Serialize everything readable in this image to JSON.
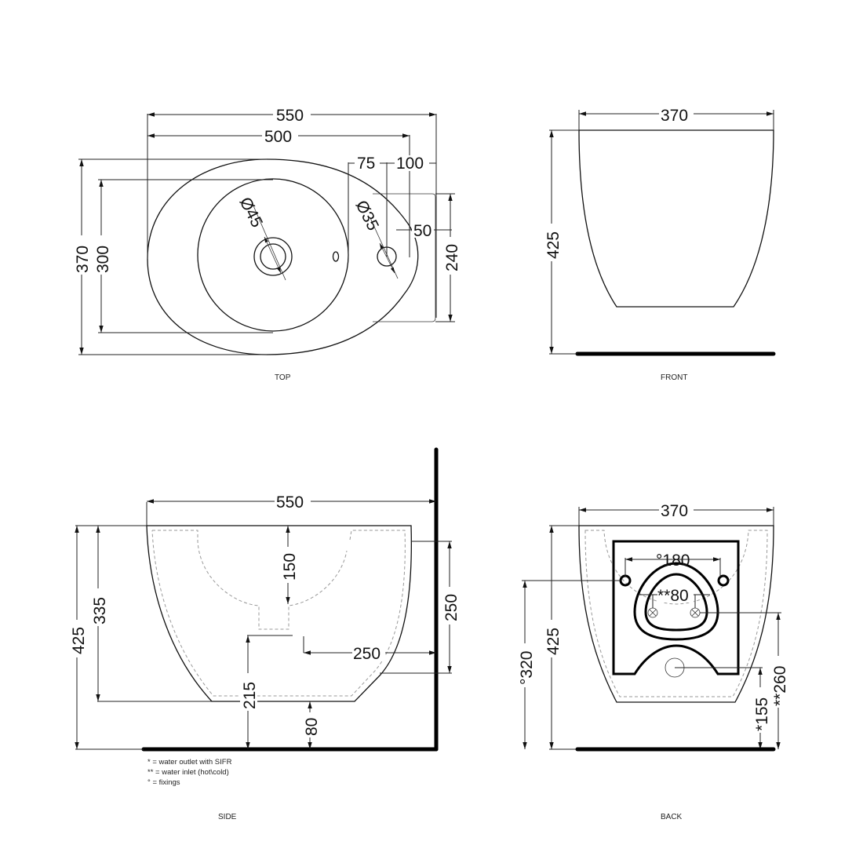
{
  "views": {
    "top": {
      "label": "TOP",
      "dims": {
        "overall_width": "550",
        "bowl_width": "500",
        "offset_75": "75",
        "offset_100": "100",
        "overall_depth": "370",
        "bowl_depth": "300",
        "drain_dia": "Ø45",
        "tap_hole_dia": "Ø35",
        "tap_offset": "50",
        "wall_plate": "240"
      }
    },
    "front": {
      "label": "FRONT",
      "dims": {
        "width": "370",
        "height": "425"
      }
    },
    "side": {
      "label": "SIDE",
      "dims": {
        "overall_width": "550",
        "height": "425",
        "rim_height": "335",
        "bowl_depth": "150",
        "wall_plate": "250",
        "outlet_from_wall": "250",
        "outlet_height": "215",
        "base_gap": "80"
      },
      "notes": [
        "* = water outlet with SIFR",
        "** = water inlet (hot\\cold)",
        "° = fixings"
      ]
    },
    "back": {
      "label": "BACK",
      "dims": {
        "width": "370",
        "height": "425",
        "fixing_height": "°320",
        "fixing_spacing": "°180",
        "inlet_spacing": "**80",
        "outlet_height": "*155",
        "inlet_height": "**260"
      }
    }
  }
}
